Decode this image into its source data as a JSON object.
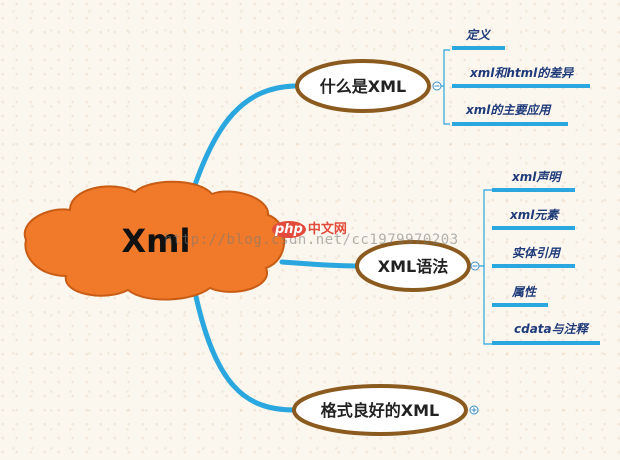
{
  "root": {
    "label": "Xml"
  },
  "branches": [
    {
      "label": "什么是XML",
      "children": [
        "定义",
        "xml和html的差异",
        "xml的主要应用"
      ]
    },
    {
      "label": "XML语法",
      "children": [
        "xml声明",
        "xml元素",
        "实体引用",
        "属性",
        "cdata与注释"
      ]
    },
    {
      "label": "格式良好的XML",
      "children": []
    }
  ],
  "watermark": {
    "url": "http://blog.csdn.net/cc1979970203",
    "php": "php",
    "site": "中文网"
  },
  "colors": {
    "cloud": "#f07a2a",
    "cloud_stroke": "#c85c14",
    "connector": "#2aa7de",
    "ellipse_stroke": "#8a5a1e",
    "leaf_underline": "#2aa7de"
  }
}
